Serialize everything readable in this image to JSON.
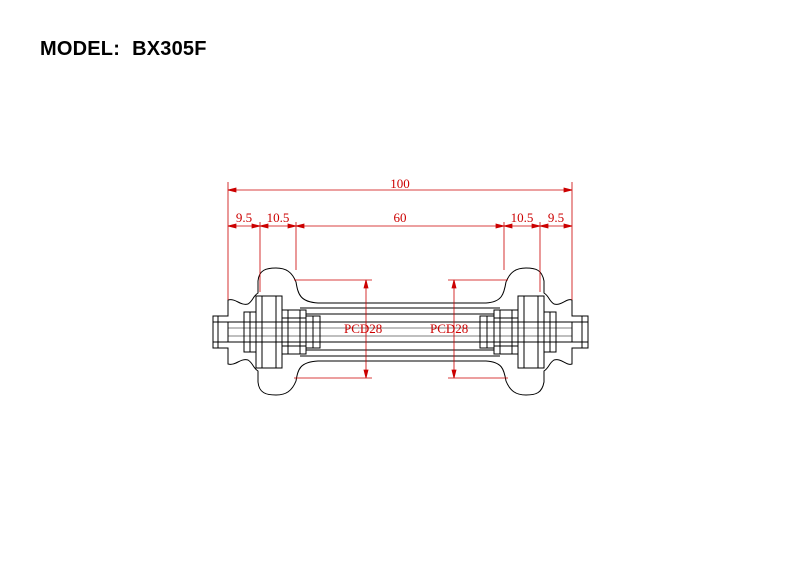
{
  "title": {
    "label": "MODEL:",
    "model": "BX305F"
  },
  "dimensions": {
    "overall": "100",
    "left_end": "9.5",
    "left_flange": "10.5",
    "center": "60",
    "right_flange": "10.5",
    "right_end": "9.5"
  },
  "pcd": {
    "left": "PCD28",
    "right": "PCD28"
  },
  "colors": {
    "outline": "#000000",
    "dimension": "#cc0000"
  }
}
